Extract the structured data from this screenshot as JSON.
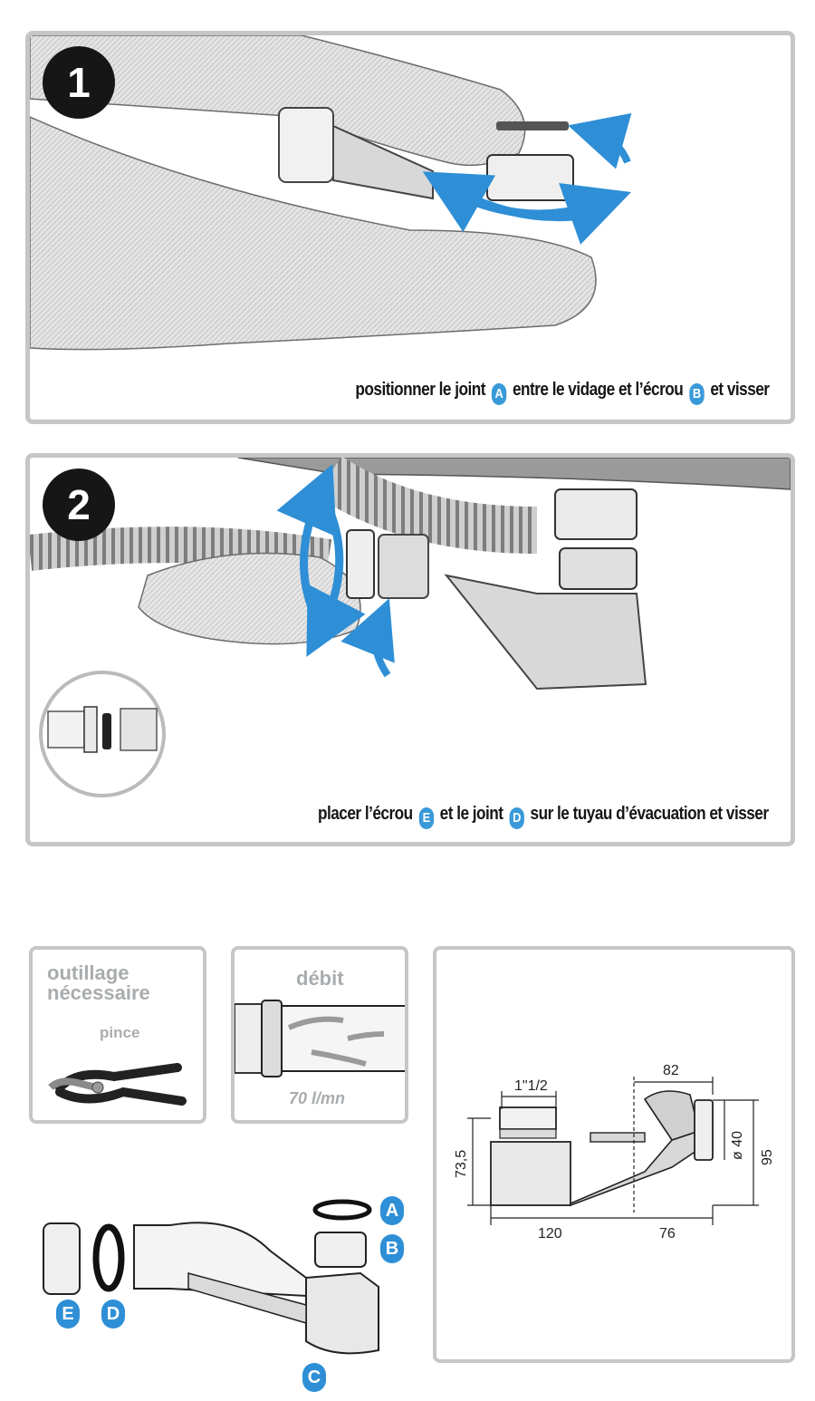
{
  "steps": [
    {
      "number": "1",
      "caption": {
        "part1": "positionner le joint",
        "badge1": "A",
        "part2": "entre le vidage et l’écrou",
        "badge2": "B",
        "part3": "et visser"
      }
    },
    {
      "number": "2",
      "caption": {
        "part1": "placer l’écrou",
        "badge1": "E",
        "part2": "et le joint",
        "badge2": "D",
        "part3": "sur le tuyau d’évacuation et visser"
      }
    }
  ],
  "tools": {
    "title_line1": "outillage",
    "title_line2": "nécessaire",
    "tool_name": "pince"
  },
  "flow": {
    "title": "débit",
    "rate": "70 l/mn"
  },
  "dimensions": {
    "thread": "1\"1/2",
    "top_width": "82",
    "diameter": "ø 40",
    "height_total": "95",
    "height_body": "73,5",
    "base_left": "120",
    "base_right": "76"
  },
  "parts": {
    "A": "A",
    "B": "B",
    "C": "C",
    "D": "D",
    "E": "E"
  },
  "colors": {
    "accent_blue": "#2e8fd6",
    "panel_border": "#c4c6c8",
    "step_circle": "#161616"
  }
}
